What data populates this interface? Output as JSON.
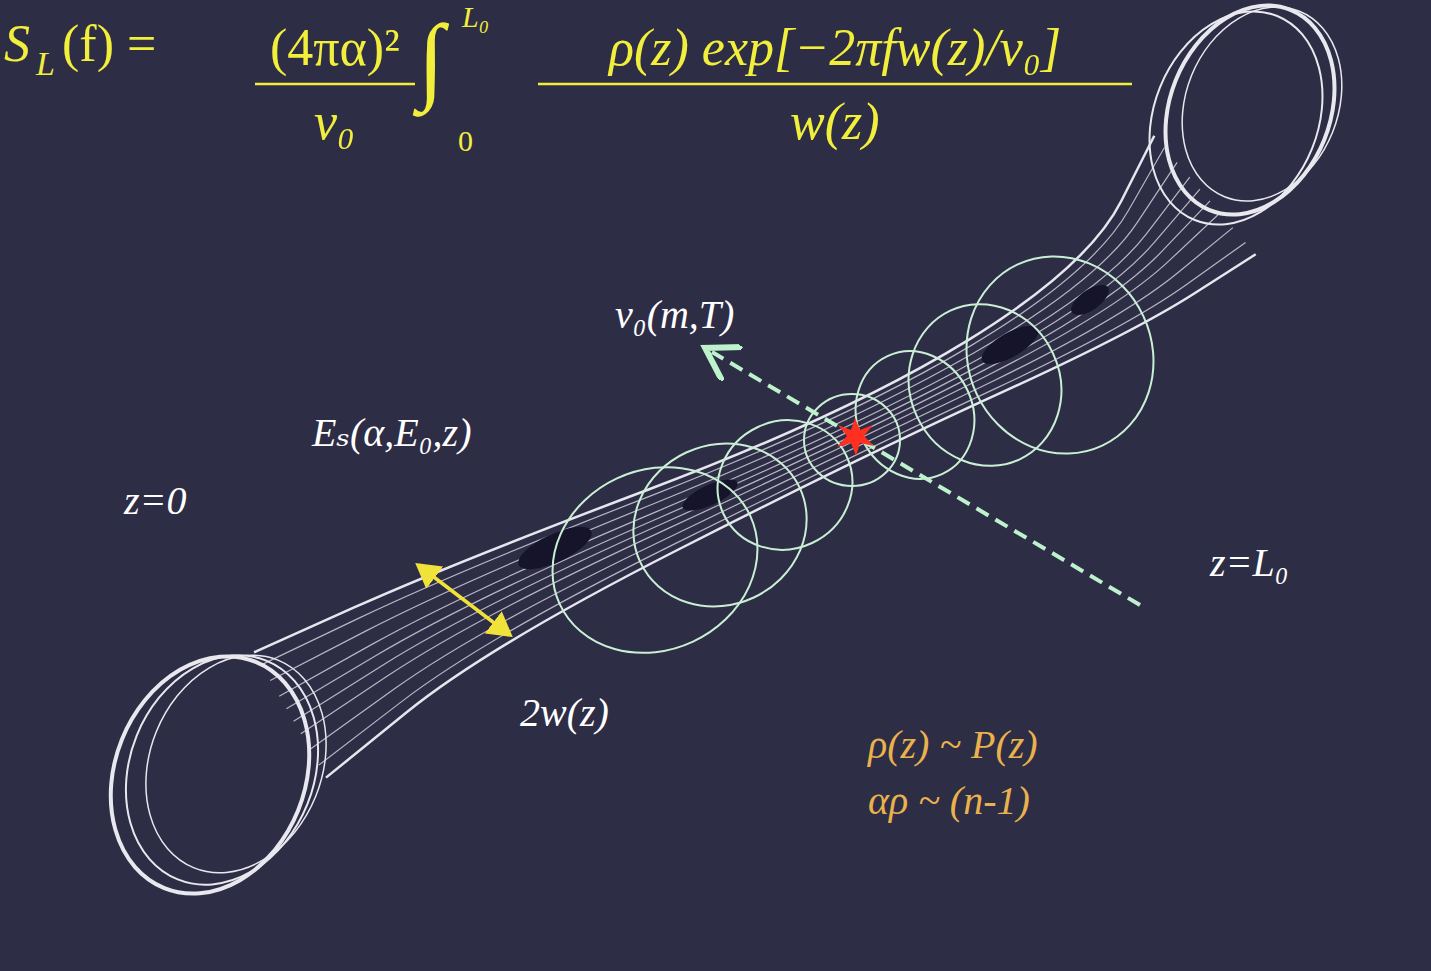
{
  "diagram": {
    "labels": [
      "S",
      "L",
      "(f) =",
      "(4πα)²",
      "v₀",
      "∫",
      "L₀",
      "0",
      "ρ(z) exp[−2πfw(z)/v₀]",
      "w(z)",
      "v₀(m,T)",
      "Eₛ(α,E₀,z)",
      "z=0",
      "2w(z)",
      "z=L₀",
      "ρ(z) ~ P(z)",
      "αρ ~ (n-1)"
    ]
  }
}
